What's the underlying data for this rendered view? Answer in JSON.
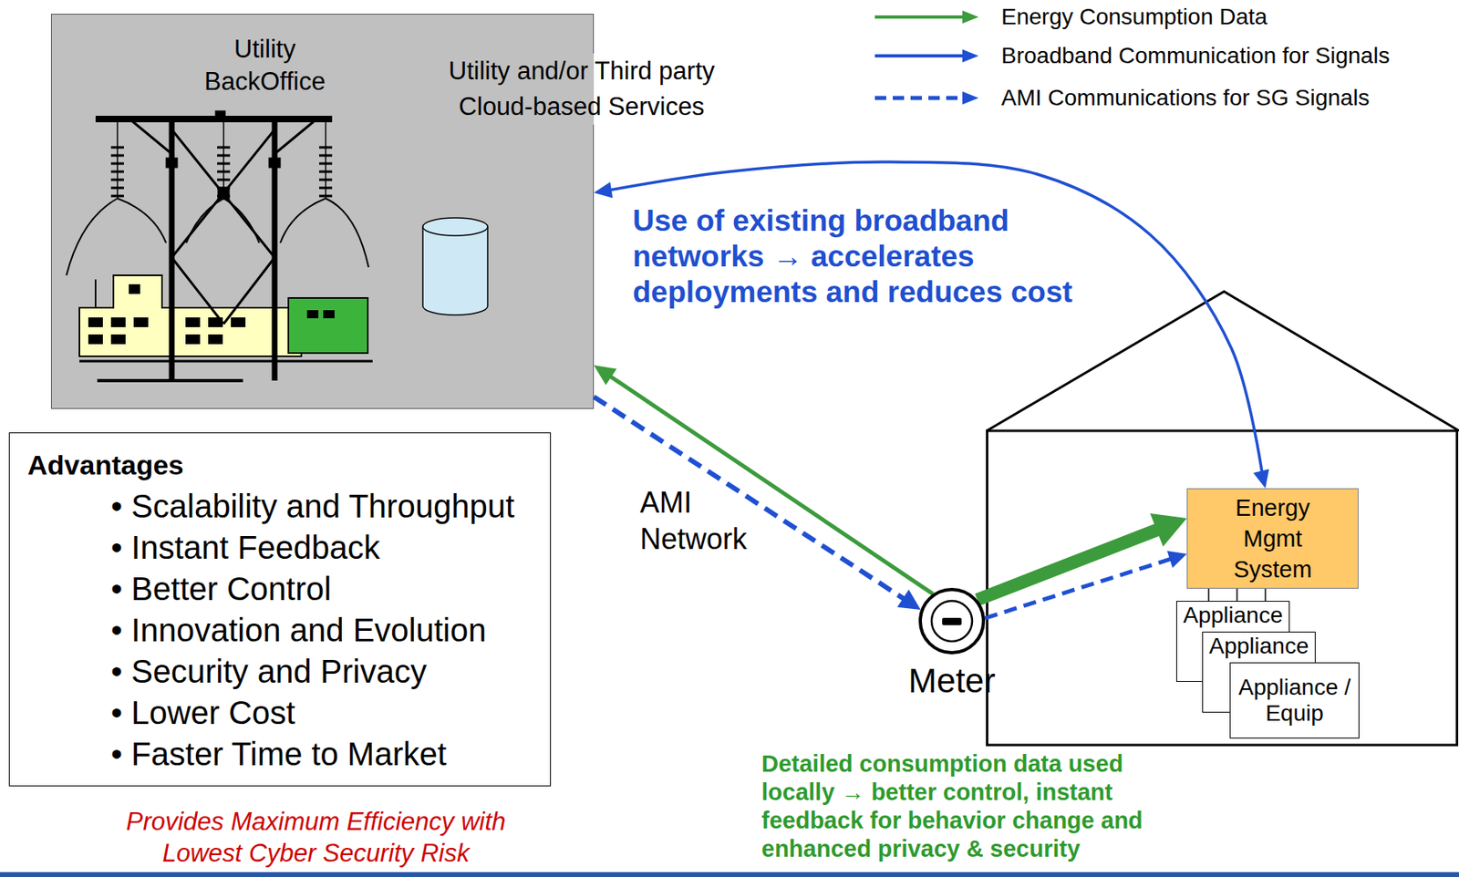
{
  "diagram": {
    "nodes": [
      {
        "text": [
          "Utility BackOffice",
          "Utility and/or Third party Cloud-based Services"
        ]
      },
      {
        "text": [
          "Advantages",
          "• Scalability and Throughput",
          "• Instant Feedback",
          "• Better Control",
          "• Innovation and Evolution",
          "• Security and Privacy",
          "• Lower Cost",
          "• Faster Time to Market"
        ]
      },
      {
        "text": [
          "Meter"
        ]
      },
      {
        "text": [
          "Energy Mgmt System"
        ]
      },
      {
        "text": [
          "Appliance"
        ]
      },
      {
        "text": [
          "Appliance"
        ]
      },
      {
        "text": [
          "Appliance / Equip"
        ]
      }
    ],
    "edges": [
      {
        "from": 0,
        "to": 3,
        "arrow": "both"
      },
      {
        "from": 2,
        "to": 0,
        "arrow": "to"
      },
      {
        "from": 0,
        "to": 2,
        "arrow": "to"
      },
      {
        "from": 2,
        "to": 3,
        "arrow": "to"
      },
      {
        "from": 2,
        "to": 3,
        "arrow": "to"
      }
    ],
    "labels": [
      "Use of existing broadband networks → accelerates deployments and reduces cost",
      "AMI Network",
      "Provides Maximum Efficiency with Lowest Cyber Security Risk",
      "Detailed consumption data used locally → better control, instant feedback for behavior change and enhanced privacy & security"
    ],
    "legend": [
      {
        "text": "Energy Consumption Data"
      },
      {
        "text": "Broadband Communication for Signals"
      },
      {
        "text": "AMI Communications for SG Signals"
      }
    ]
  }
}
